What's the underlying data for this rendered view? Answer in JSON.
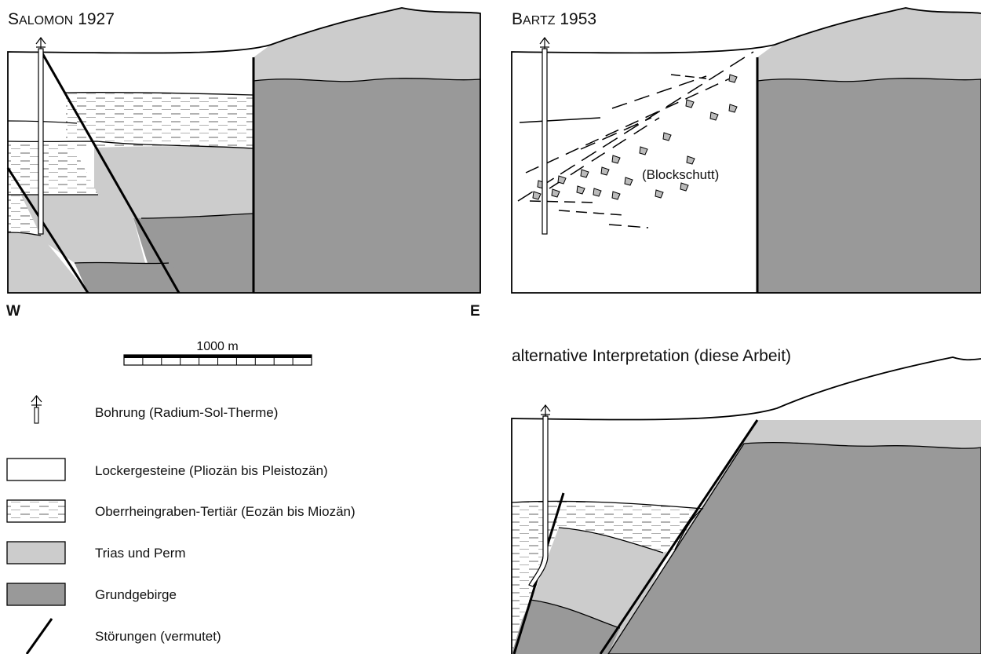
{
  "panels": {
    "salomon": {
      "title_lead": "S",
      "title_rest": "ALOMON",
      "title_year": "1927"
    },
    "bartz": {
      "title_lead": "B",
      "title_rest": "ARTZ",
      "title_year": "1953",
      "annotation": "(Blockschutt)"
    },
    "alternative": {
      "title": "alternative Interpretation (diese Arbeit)"
    }
  },
  "orientation": {
    "west": "W",
    "east": "E"
  },
  "scale_bar": {
    "label": "1000 m",
    "segments": 10
  },
  "legend": {
    "items": [
      {
        "label": "Bohrung (Radium-Sol-Therme)",
        "symbol": "borehole-icon"
      },
      {
        "label": "Lockergesteine (Pliozän bis Pleistozän)",
        "symbol": "white-box",
        "color": "#ffffff"
      },
      {
        "label": "Oberrheingraben-Tertiär (Eozän bis Miozän)",
        "symbol": "dashed-box",
        "color": "#ffffff"
      },
      {
        "label": "Trias und Perm",
        "symbol": "light-grey-box",
        "color": "#cccccc"
      },
      {
        "label": "Grundgebirge",
        "symbol": "dark-grey-box",
        "color": "#999999"
      },
      {
        "label": "Störungen (vermutet)",
        "symbol": "fault-line-icon"
      }
    ]
  },
  "colors": {
    "trias": "#cccccc",
    "grund": "#999999",
    "line": "#000000",
    "tertiary_dash": "#666666"
  }
}
